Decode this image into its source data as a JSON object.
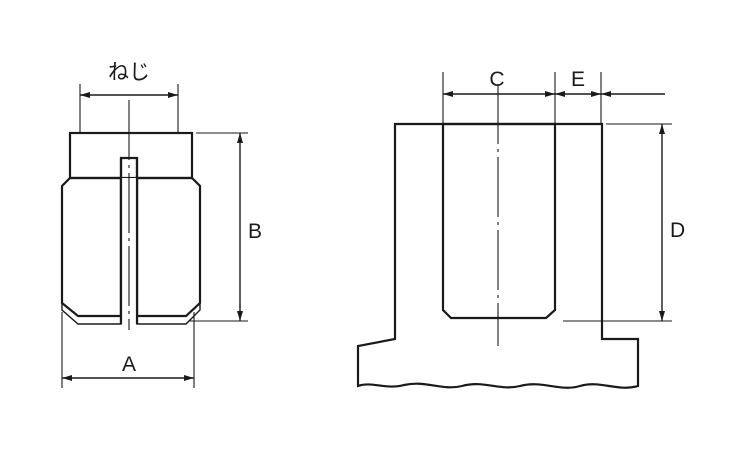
{
  "labels": {
    "thread": "ねじ",
    "a": "A",
    "b": "B",
    "c": "C",
    "d": "D",
    "e": "E"
  },
  "colors": {
    "line": "#1a1a1a",
    "base_fill": "#e3e3e3",
    "knurl_fill": "#ffffff",
    "background": "#ffffff"
  }
}
